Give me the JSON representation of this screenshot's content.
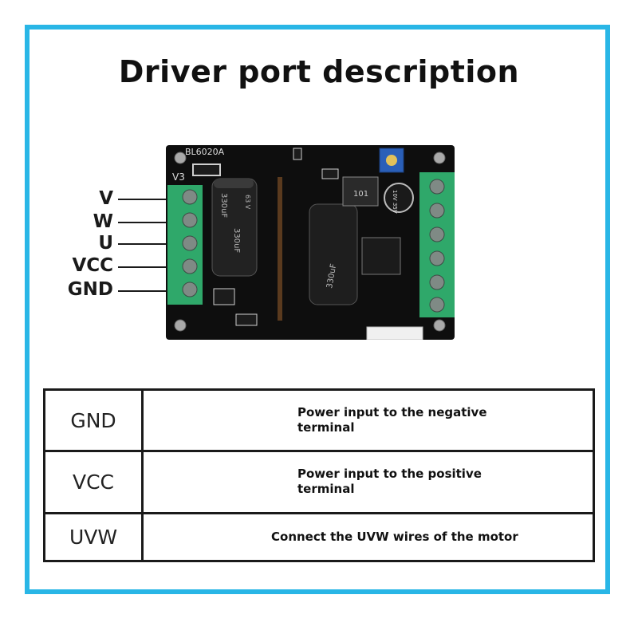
{
  "title": "Driver port description",
  "board": {
    "model": "BL6020A",
    "version": "V3",
    "cap_left": "330uF",
    "cap_left_2": "330uF",
    "cap_left_volt": "63 V",
    "cap_right": "330uF",
    "inductor": "101",
    "small_cap": "10V 35V"
  },
  "ports": [
    "V",
    "W",
    "U",
    "VCC",
    "GND"
  ],
  "table": {
    "rows": [
      {
        "name": "GND",
        "description": "Power input to the negative terminal"
      },
      {
        "name": "VCC",
        "description": "Power input to the positive terminal"
      },
      {
        "name": "UVW",
        "description": "Connect the UVW wires of the motor"
      }
    ]
  },
  "colors": {
    "frame": "#29b6e6",
    "pcb": "#0e0e0e",
    "terminal": "#2fa86a",
    "potentiometer": "#2a5fb8"
  }
}
